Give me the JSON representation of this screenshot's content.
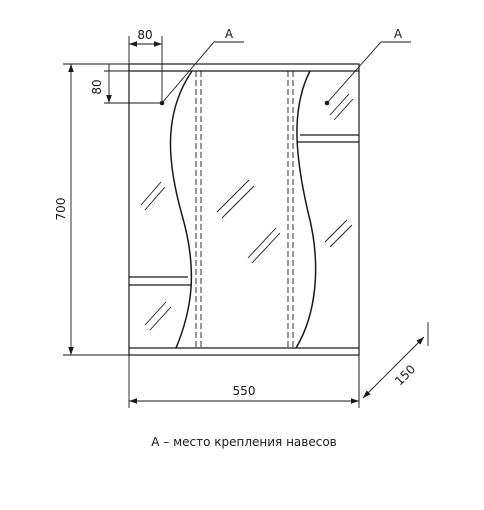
{
  "dimensions": {
    "width": "550",
    "height": "700",
    "depth": "150",
    "offset_x": "80",
    "offset_y": "80"
  },
  "callouts": {
    "left": "А",
    "right": "А"
  },
  "caption": "А – место крепления навесов",
  "colors": {
    "line": "#1a1a1a",
    "background": "#ffffff"
  }
}
